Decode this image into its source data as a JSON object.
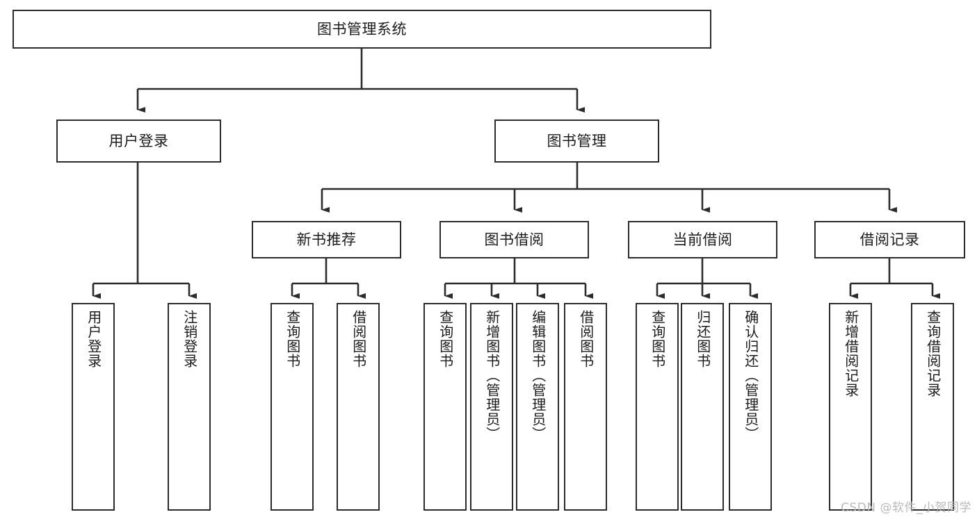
{
  "diagram": {
    "title": "图书管理系统",
    "type": "tree",
    "colors": {
      "stroke": "#2b2b2b",
      "fill": "#ffffff",
      "text": "#1b1b1b",
      "watermark": "#b9b9b9"
    },
    "root": {
      "label": "图书管理系统"
    },
    "level2": [
      {
        "label": "用户登录"
      },
      {
        "label": "图书管理"
      }
    ],
    "level3": [
      {
        "label": "新书推荐"
      },
      {
        "label": "图书借阅"
      },
      {
        "label": "当前借阅"
      },
      {
        "label": "借阅记录"
      }
    ],
    "leaves": {
      "user_login": [
        {
          "label": "用户登录"
        },
        {
          "label": "注销登录"
        }
      ],
      "new_book_recommend": [
        {
          "label": "查询图书"
        },
        {
          "label": "借阅图书"
        }
      ],
      "book_borrow": [
        {
          "label": "查询图书"
        },
        {
          "label": "新增图书（管理员）"
        },
        {
          "label": "编辑图书（管理员）"
        },
        {
          "label": "借阅图书"
        }
      ],
      "current_borrow": [
        {
          "label": "查询图书"
        },
        {
          "label": "归还图书"
        },
        {
          "label": "确认归还（管理员）"
        }
      ],
      "borrow_record": [
        {
          "label": "新增借阅记录"
        },
        {
          "label": "查询借阅记录"
        }
      ]
    }
  },
  "watermark": {
    "text": "CSDN @软件_小贺同学"
  }
}
